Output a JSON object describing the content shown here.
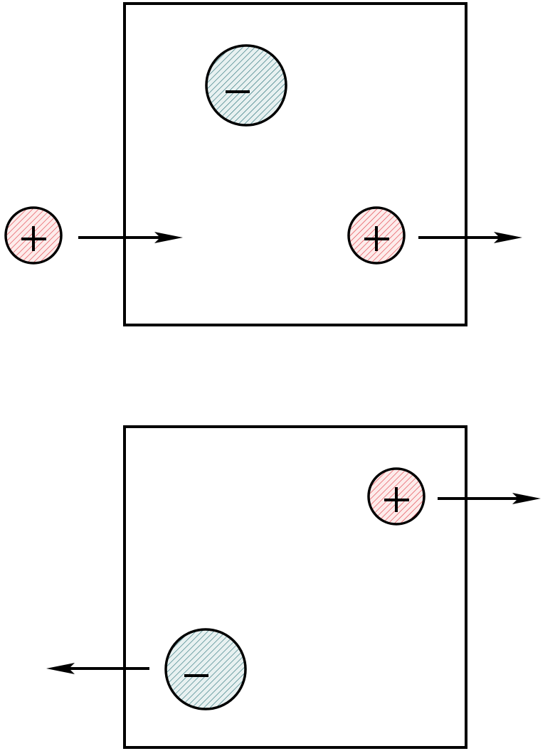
{
  "diagram": {
    "colors": {
      "positive_hatch": "#e0303a",
      "negative_hatch": "#1f6b73",
      "positive_fill": "#fdeceb",
      "negative_fill": "#e8f1f1",
      "stroke": "#000000"
    },
    "panels": [
      {
        "name": "top-panel",
        "particles": [
          {
            "name": "negative-charge",
            "charge": "negative",
            "motion": "none"
          },
          {
            "name": "positive-charge-incoming",
            "charge": "positive",
            "motion": "right"
          },
          {
            "name": "positive-charge-outgoing",
            "charge": "positive",
            "motion": "right"
          }
        ]
      },
      {
        "name": "bottom-panel",
        "particles": [
          {
            "name": "positive-charge-outgoing",
            "charge": "positive",
            "motion": "right"
          },
          {
            "name": "negative-charge-outgoing",
            "charge": "negative",
            "motion": "left"
          }
        ]
      }
    ]
  }
}
